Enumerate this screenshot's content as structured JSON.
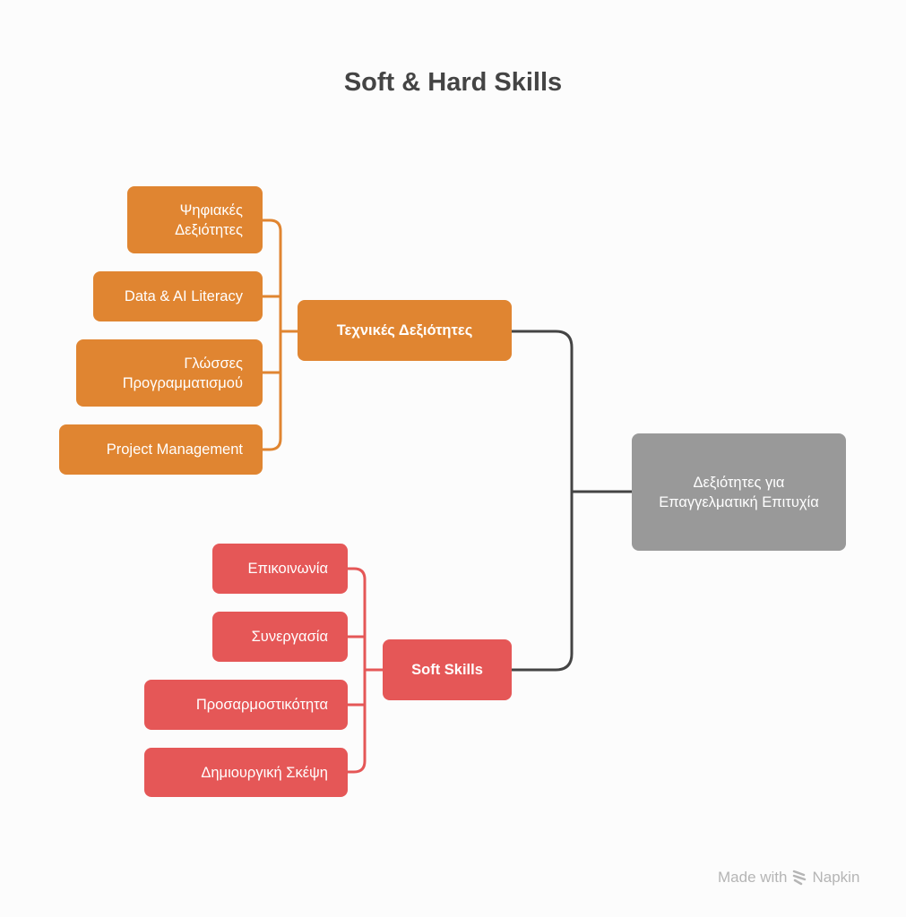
{
  "title": "Soft & Hard Skills",
  "root": {
    "label": "Δεξιότητες για Επαγγελματική Επιτυχία"
  },
  "technical": {
    "label": "Τεχνικές Δεξιότητες",
    "children": [
      "Ψηφιακές Δεξιότητες",
      "Data & AI Literacy",
      "Γλώσσες Προγραμματισμού",
      "Project Management"
    ]
  },
  "soft": {
    "label": "Soft Skills",
    "children": [
      "Επικοινωνία",
      "Συνεργασία",
      "Προσαρμοστικότητα",
      "Δημιουργική Σκέψη"
    ]
  },
  "footer": {
    "made_with": "Made with",
    "brand": "Napkin"
  },
  "colors": {
    "technical": "#e08531",
    "soft": "#e55757",
    "root": "#999999",
    "connector": "#444444"
  }
}
